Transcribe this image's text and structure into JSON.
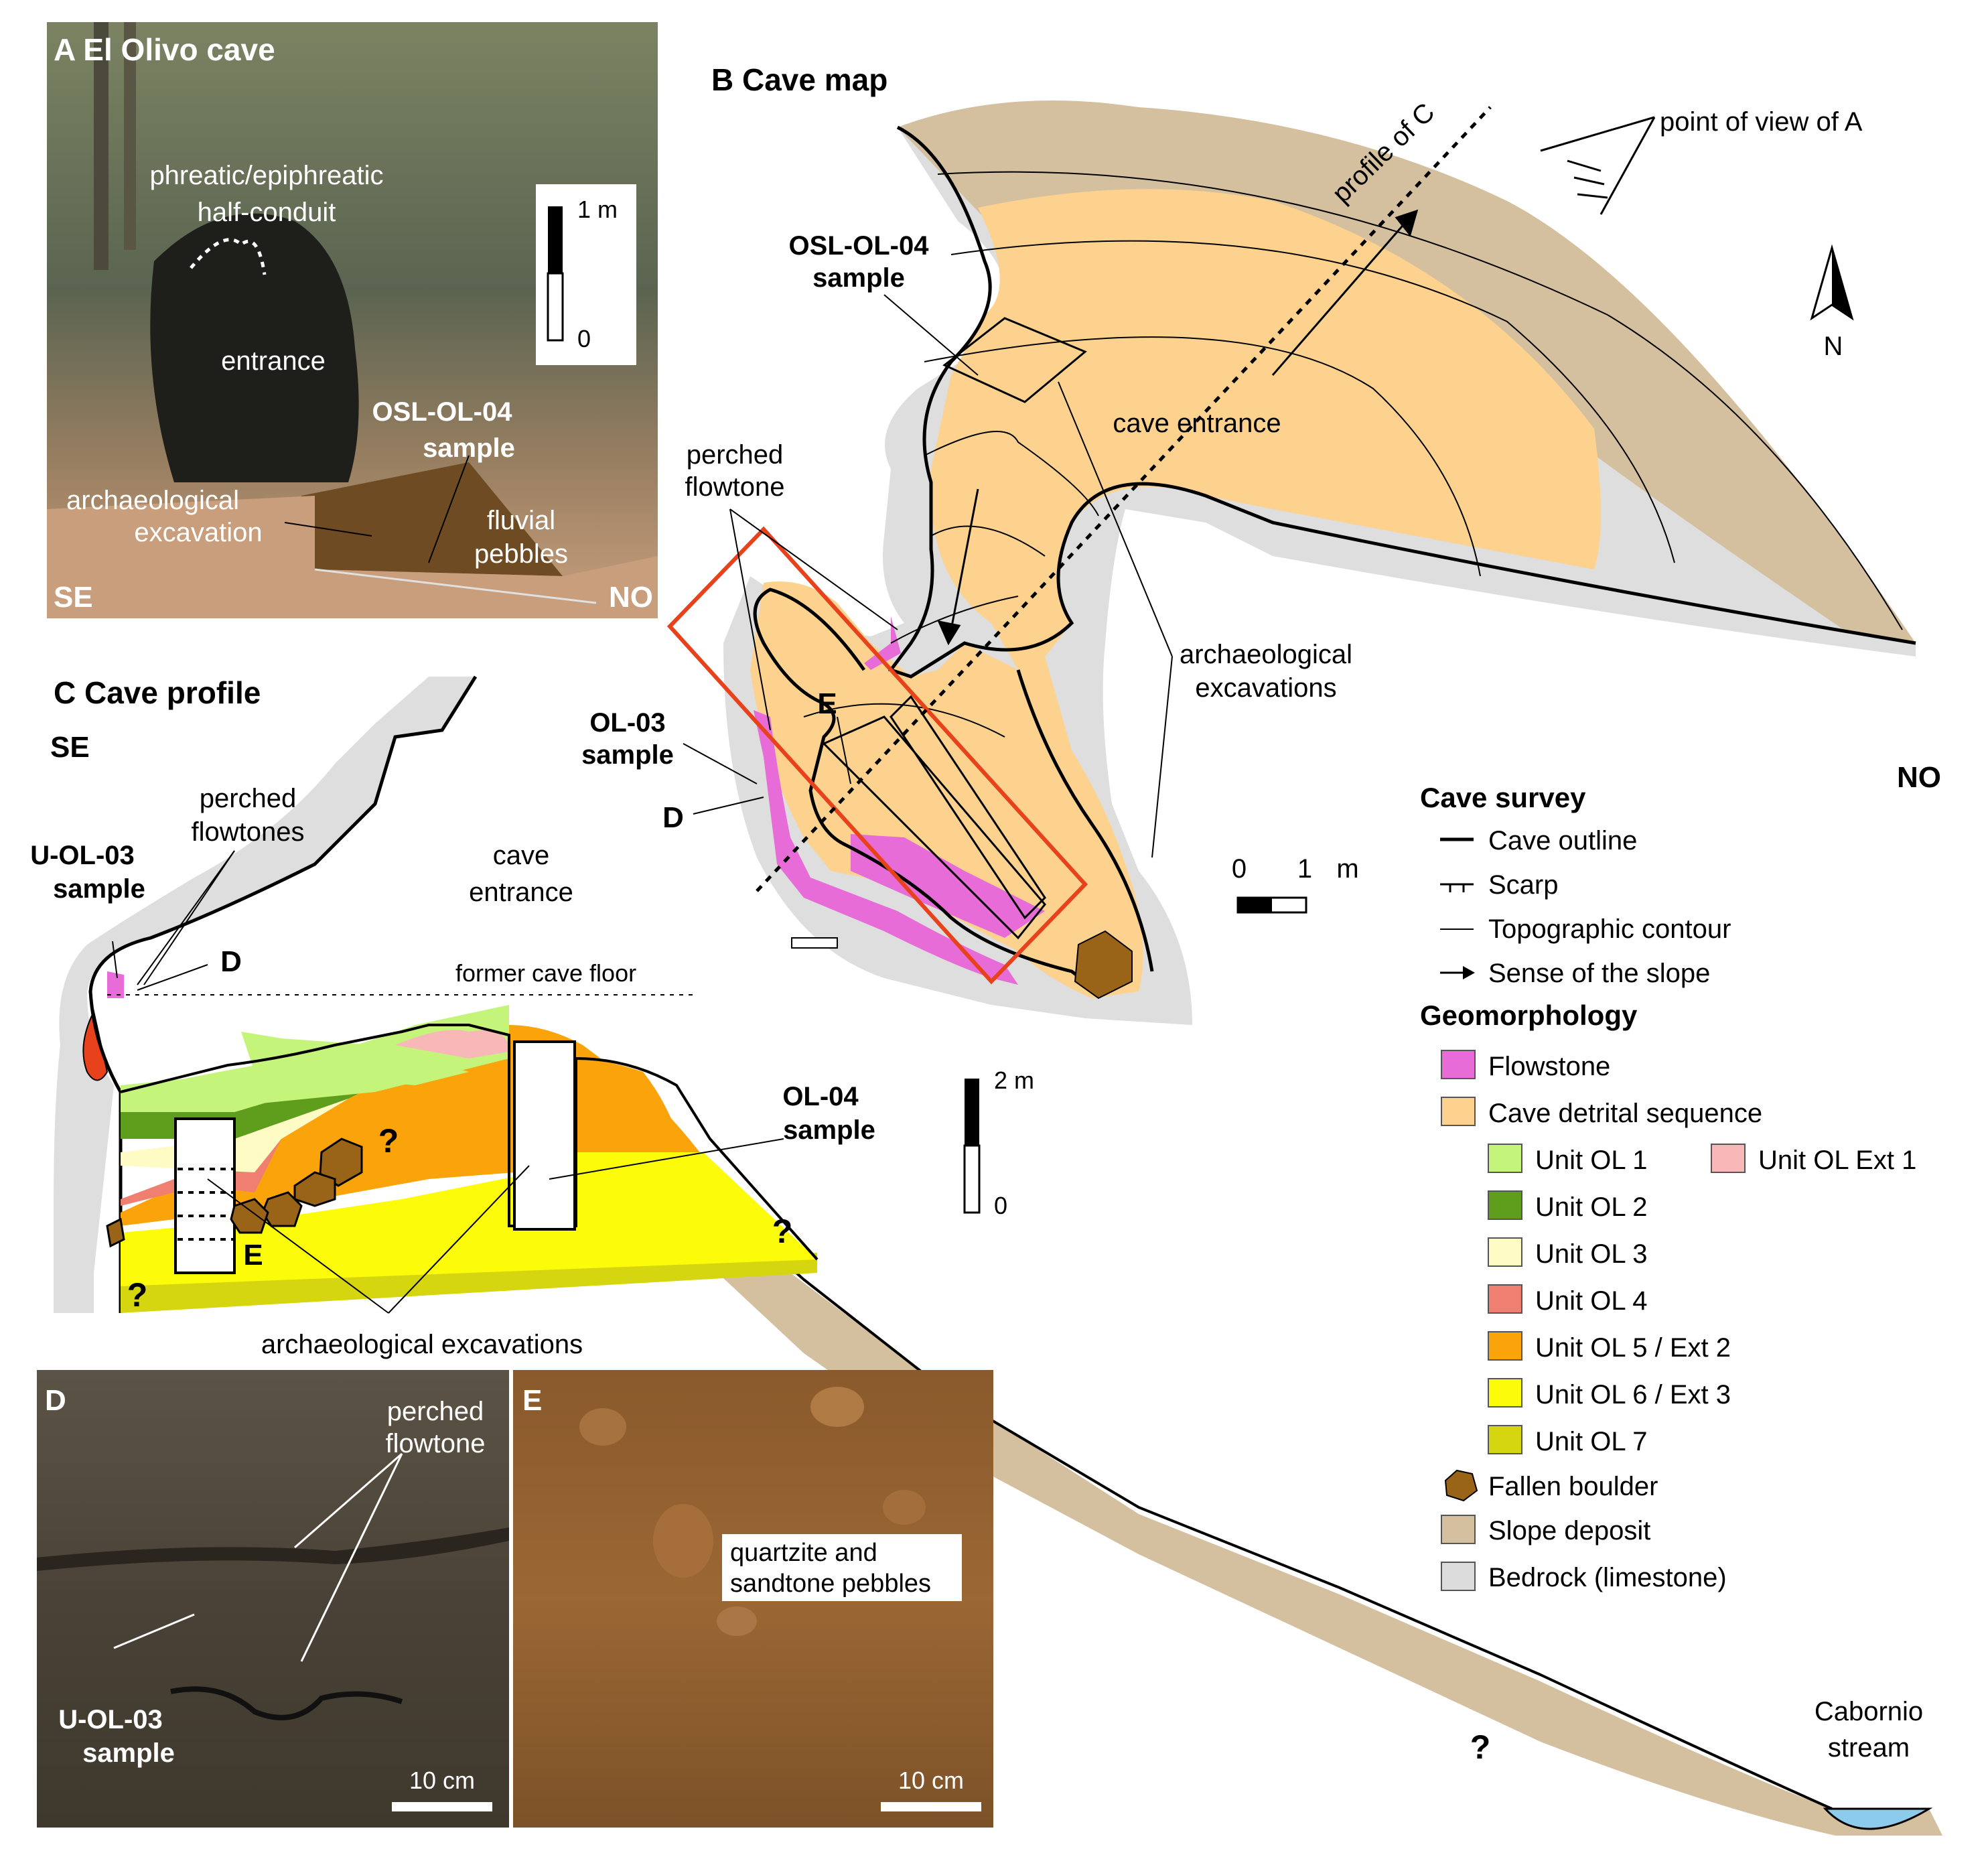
{
  "panel_a": {
    "title": "A El Olivo cave",
    "labels": {
      "half_conduit_1": "phreatic/epiphreatic",
      "half_conduit_2": "half-conduit",
      "entrance": "entrance",
      "osl_1": "OSL-OL-04",
      "osl_2": "sample",
      "excavation_1": "archaeological",
      "excavation_2": "excavation",
      "fluvial_1": "fluvial",
      "fluvial_2": "pebbles",
      "se": "SE",
      "no": "NO"
    },
    "scale": {
      "top": "1 m",
      "bottom": "0"
    }
  },
  "panel_b": {
    "title": "B Cave map",
    "labels": {
      "profile": "profile of C",
      "point_of_view": "point of view of A",
      "north": "N",
      "osl_1": "OSL-OL-04",
      "osl_2": "sample",
      "cave_entrance": "cave entrance",
      "perched_1": "perched",
      "perched_2": "flowtone",
      "excav_1": "archaeological",
      "excav_2": "excavations",
      "ol03_1": "OL-03",
      "ol03_2": "sample",
      "d": "D",
      "e": "E",
      "no": "NO"
    },
    "scale": {
      "zero": "0",
      "one": "1",
      "unit": "m"
    }
  },
  "panel_c": {
    "title": "C Cave profile",
    "labels": {
      "se": "SE",
      "perched_1": "perched",
      "perched_2": "flowtones",
      "cave_1": "cave",
      "cave_2": "entrance",
      "uol_1": "U-OL-03",
      "uol_2": "sample",
      "d": "D",
      "former_floor": "former cave floor",
      "ol04_1": "OL-04",
      "ol04_2": "sample",
      "e": "E",
      "question": "?",
      "excavations": "archaeological excavations",
      "stream_1": "Cabornio",
      "stream_2": "stream"
    },
    "scale": {
      "top": "2 m",
      "bottom": "0"
    }
  },
  "panel_d": {
    "letter": "D",
    "perched_1": "perched",
    "perched_2": "flowtone",
    "sample_1": "U-OL-03",
    "sample_2": "sample",
    "scale": "10 cm"
  },
  "panel_e": {
    "letter": "E",
    "pebbles_1": "quartzite and",
    "pebbles_2": "sandtone pebbles",
    "scale": "10 cm"
  },
  "legend": {
    "survey_heading": "Cave survey",
    "survey_items": [
      "Cave outline",
      "Scarp",
      "Topographic contour",
      "Sense of the slope"
    ],
    "geo_heading": "Geomorphology",
    "flowstone": "Flowstone",
    "detrital": "Cave detrital sequence",
    "units": [
      "Unit OL 1",
      "Unit OL 2",
      "Unit OL 3",
      "Unit OL 4",
      "Unit OL 5 / Ext 2",
      "Unit OL 6 / Ext 3",
      "Unit OL 7"
    ],
    "ext1": "Unit OL Ext 1",
    "boulder": "Fallen boulder",
    "slope": "Slope deposit",
    "bedrock": "Bedrock (limestone)"
  },
  "colors": {
    "flowstone": "#e86cd8",
    "detrital": "#fcd28e",
    "unit_ol1": "#c4f57a",
    "unit_ol2": "#5f9e1c",
    "unit_ol3": "#fefcc4",
    "unit_ol4": "#f07f72",
    "unit_ol5": "#fba30b",
    "unit_ol6": "#fcfc0a",
    "unit_ol7": "#d6d610",
    "ext1": "#f8b8b8",
    "boulder": "#9a6418",
    "slope": "#d4c09e",
    "bedrock": "#dcdcdc",
    "water": "#8ccbec",
    "frame_red": "#e8421c"
  }
}
